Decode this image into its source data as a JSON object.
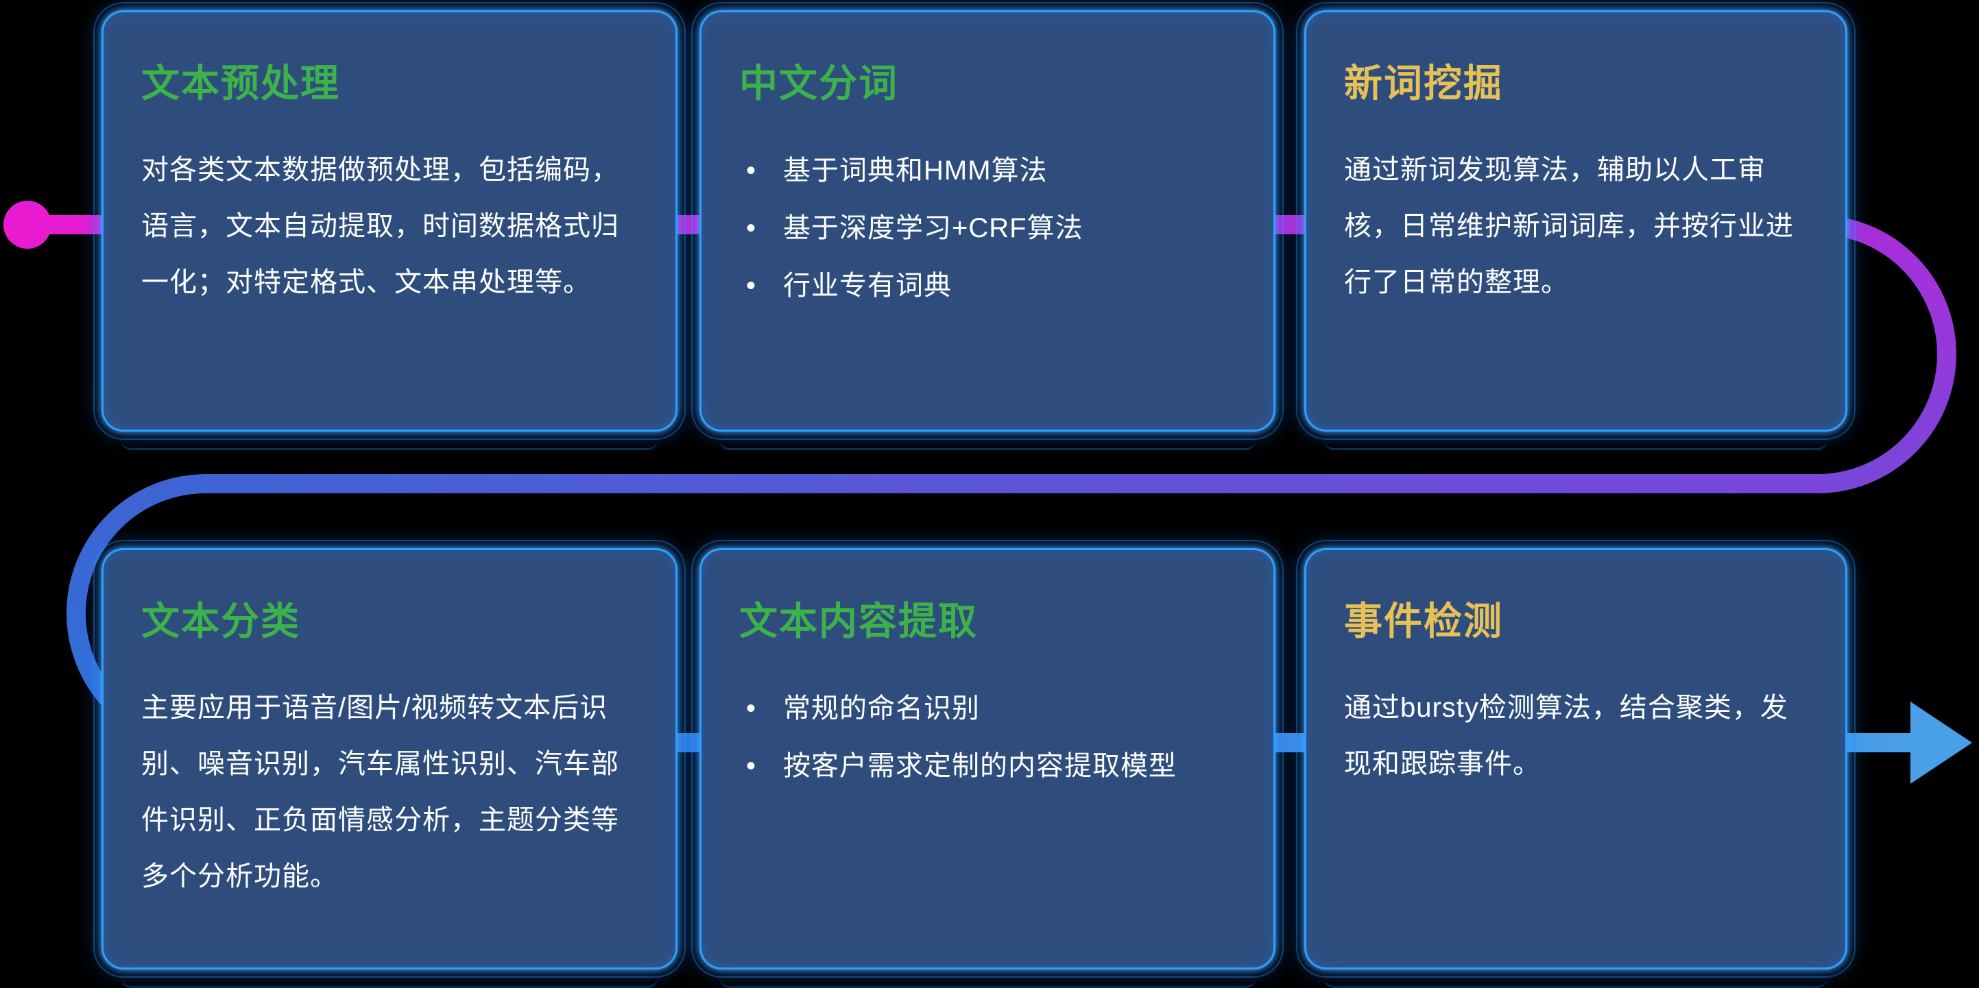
{
  "palette": {
    "background": "#000000",
    "card_background": "#2e4d7d",
    "card_border_glow": "#2f9fff",
    "title_green": "#3db24b",
    "title_yellow": "#e6c158",
    "body_text": "#ffffff",
    "flow_magenta": "#e81bd1",
    "flow_purple": "#7a46da",
    "flow_blue": "#2f6fd4",
    "flow_arrow_blue": "#49a0e8"
  },
  "cards": [
    {
      "title": "文本预处理",
      "title_color": "#3db24b",
      "type": "paragraph",
      "body": "对各类文本数据做预处理，包括编码，语言，文本自动提取，时间数据格式归一化；对特定格式、文本串处理等。"
    },
    {
      "title": "中文分词",
      "title_color": "#3db24b",
      "type": "bullets",
      "bullets": [
        "基于词典和HMM算法",
        "基于深度学习+CRF算法",
        "行业专有词典"
      ]
    },
    {
      "title": "新词挖掘",
      "title_color": "#e6c158",
      "type": "paragraph",
      "body": "通过新词发现算法，辅助以人工审核，日常维护新词词库，并按行业进行了日常的整理。"
    },
    {
      "title": "文本分类",
      "title_color": "#3db24b",
      "type": "paragraph",
      "body": "主要应用于语音/图片/视频转文本后识别、噪音识别，汽车属性识别、汽车部件识别、正负面情感分析，主题分类等多个分析功能。"
    },
    {
      "title": "文本内容提取",
      "title_color": "#3db24b",
      "type": "bullets",
      "bullets": [
        "常规的命名识别",
        "按客户需求定制的内容提取模型"
      ]
    },
    {
      "title": "事件检测",
      "title_color": "#e6c158",
      "type": "paragraph",
      "body": "通过bursty检测算法，结合聚类，发现和跟踪事件。"
    }
  ]
}
